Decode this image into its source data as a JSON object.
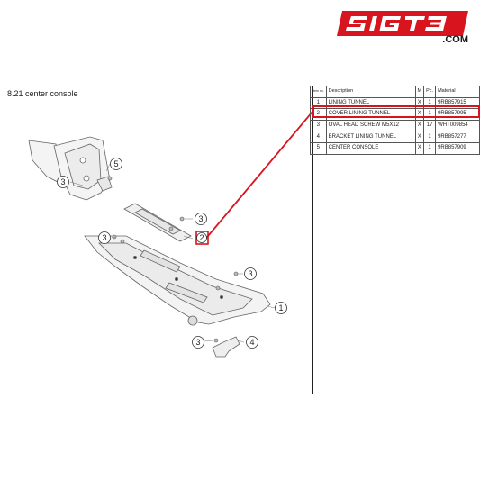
{
  "brand": {
    "logo_text": "SIGT3",
    "domain": ".COM",
    "accent_color": "#d8141e"
  },
  "page": {
    "section_title": "8.21  center console"
  },
  "callouts": [
    "3",
    "5",
    "3",
    "3",
    "2",
    "3",
    "1",
    "3",
    "4"
  ],
  "parts_table": {
    "headers": {
      "item": "Item no.",
      "description": "Description",
      "m": "M",
      "pc": "Pc.",
      "material": "Material"
    },
    "rows": [
      {
        "item": "1",
        "description": "LINING TUNNEL",
        "m": "X",
        "pc": "1",
        "material": "9RB857915"
      },
      {
        "item": "2",
        "description": "COVER LINING TUNNEL",
        "m": "X",
        "pc": "1",
        "material": "9RB857995"
      },
      {
        "item": "3",
        "description": "OVAL HEAD SCREW M5X12",
        "m": "X",
        "pc": "17",
        "material": "WHT009854"
      },
      {
        "item": "4",
        "description": "BRACKET LINING TUNNEL",
        "m": "X",
        "pc": "1",
        "material": "9RB857277"
      },
      {
        "item": "5",
        "description": "CENTER CONSOLE",
        "m": "X",
        "pc": "1",
        "material": "9RB857909"
      }
    ],
    "highlighted_item": "2"
  }
}
